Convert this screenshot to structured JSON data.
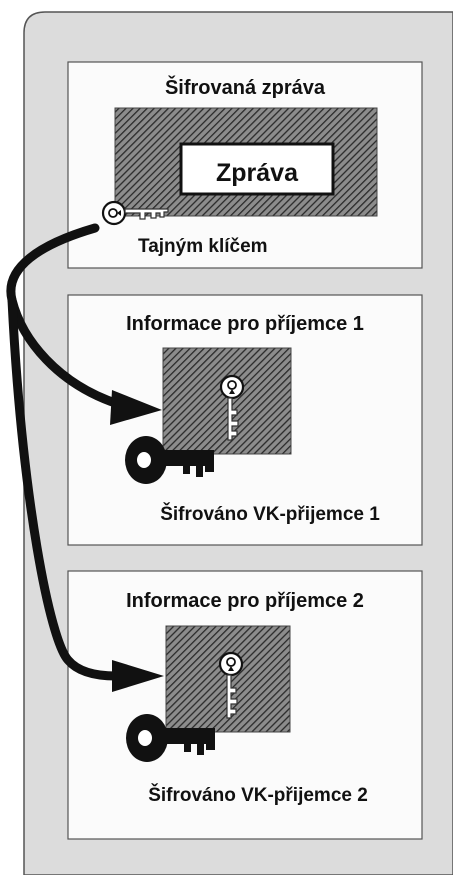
{
  "panel1": {
    "title": "Šifrovaná zpráva",
    "message_label": "Zpráva",
    "key_caption": "Tajným klíčem"
  },
  "panel2": {
    "title": "Informace pro příjemce 1",
    "caption": "Šifrováno VK-přijemce 1"
  },
  "panel3": {
    "title": "Informace pro příjemce 2",
    "caption": "Šifrováno VK-přijemce 2"
  },
  "colors": {
    "background": "#dcdcdc",
    "panel": "#fbfbfb",
    "stroke": "#111111"
  }
}
